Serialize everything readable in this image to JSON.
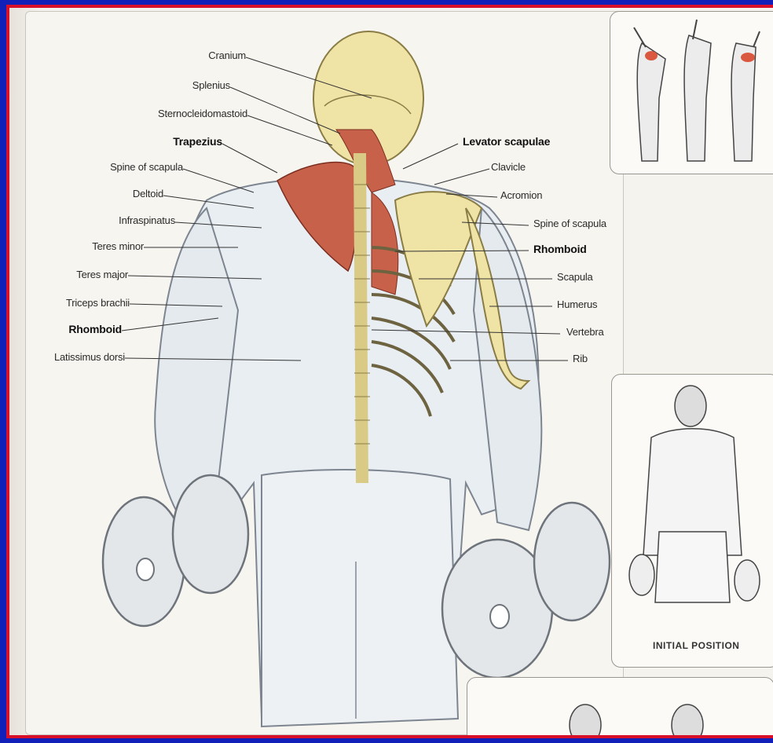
{
  "labels_left": [
    {
      "id": "cranium",
      "text": "Cranium",
      "bold": false
    },
    {
      "id": "splenius",
      "text": "Splenius",
      "bold": false
    },
    {
      "id": "sternocleidomastoid",
      "text": "Sternocleidomastoid",
      "bold": false
    },
    {
      "id": "trapezius",
      "text": "Trapezius",
      "bold": true
    },
    {
      "id": "spine-of-scapula-left",
      "text": "Spine of scapula",
      "bold": false
    },
    {
      "id": "deltoid",
      "text": "Deltoid",
      "bold": false
    },
    {
      "id": "infraspinatus",
      "text": "Infraspinatus",
      "bold": false
    },
    {
      "id": "teres-minor",
      "text": "Teres minor",
      "bold": false
    },
    {
      "id": "teres-major",
      "text": "Teres major",
      "bold": false
    },
    {
      "id": "triceps-brachii",
      "text": "Triceps brachii",
      "bold": false
    },
    {
      "id": "rhomboid-left",
      "text": "Rhomboid",
      "bold": true
    },
    {
      "id": "latissimus-dorsi",
      "text": "Latissimus dorsi",
      "bold": false
    }
  ],
  "labels_right": [
    {
      "id": "levator-scapulae",
      "text": "Levator scapulae",
      "bold": true
    },
    {
      "id": "clavicle",
      "text": "Clavicle",
      "bold": false
    },
    {
      "id": "acromion",
      "text": "Acromion",
      "bold": false
    },
    {
      "id": "spine-of-scapula-right",
      "text": "Spine of scapula",
      "bold": false
    },
    {
      "id": "rhomboid-right",
      "text": "Rhomboid",
      "bold": true
    },
    {
      "id": "scapula",
      "text": "Scapula",
      "bold": false
    },
    {
      "id": "humerus",
      "text": "Humerus",
      "bold": false
    },
    {
      "id": "vertebra",
      "text": "Vertebra",
      "bold": false
    },
    {
      "id": "rib",
      "text": "Rib",
      "bold": false
    }
  ],
  "panels": {
    "initial_position_caption": "INITIAL POSITION"
  },
  "colors": {
    "border_blue": "#1020b8",
    "border_red": "#d8102a",
    "muscle_red": "#c8614a",
    "bone_yellow": "#efe3a6"
  }
}
